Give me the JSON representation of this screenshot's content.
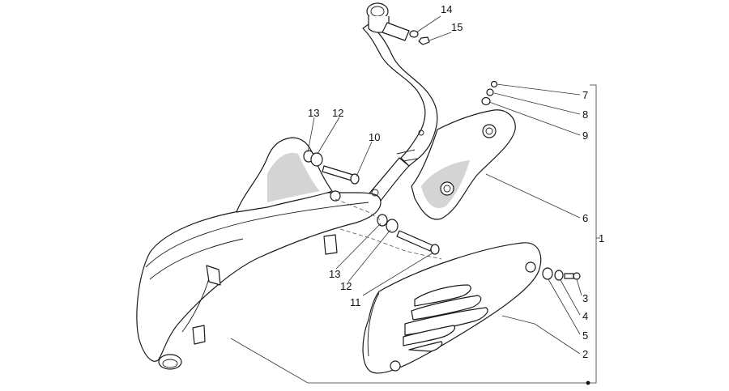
{
  "diagram": {
    "callouts": [
      {
        "id": "c1",
        "text": "1"
      },
      {
        "id": "c2",
        "text": "2"
      },
      {
        "id": "c3",
        "text": "3"
      },
      {
        "id": "c4",
        "text": "4"
      },
      {
        "id": "c5",
        "text": "5"
      },
      {
        "id": "c6",
        "text": "6"
      },
      {
        "id": "c7",
        "text": "7"
      },
      {
        "id": "c8",
        "text": "8"
      },
      {
        "id": "c9",
        "text": "9"
      },
      {
        "id": "c10",
        "text": "10"
      },
      {
        "id": "c11",
        "text": "11"
      },
      {
        "id": "c12a",
        "text": "12"
      },
      {
        "id": "c12b",
        "text": "12"
      },
      {
        "id": "c13a",
        "text": "13"
      },
      {
        "id": "c13b",
        "text": "13"
      },
      {
        "id": "c14",
        "text": "14"
      },
      {
        "id": "c15",
        "text": "15"
      }
    ]
  }
}
